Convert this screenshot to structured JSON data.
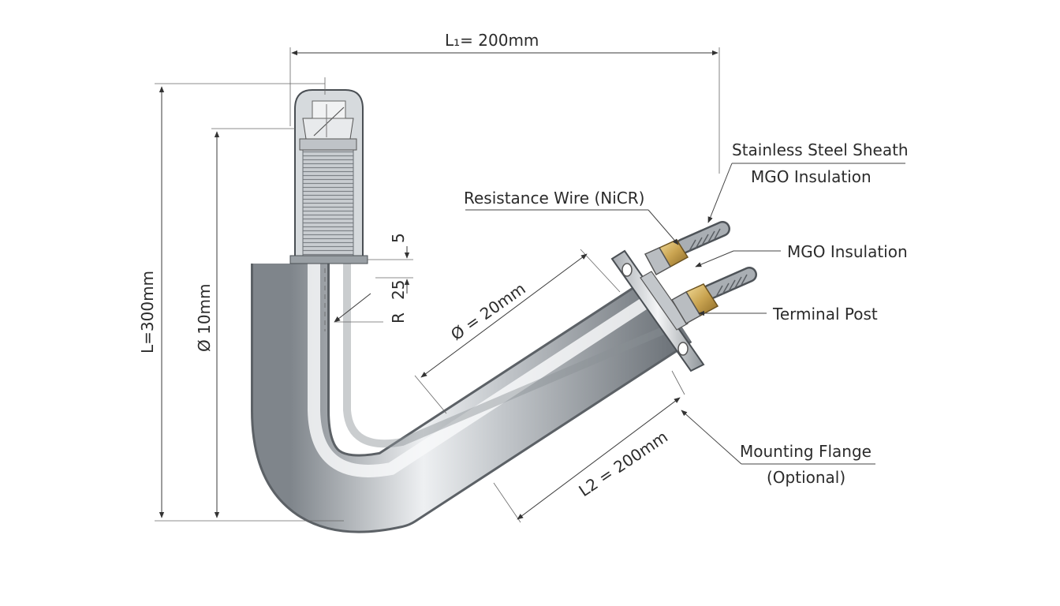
{
  "dimensions": {
    "l1": "L₁= 200mm",
    "l_total": "L=300mm",
    "dia_inner": "Ø 10mm",
    "dia_outer": "Ø = 20mm",
    "l2": "L2 = 200mm",
    "small_5": "5",
    "small_25": "25",
    "radius": "R"
  },
  "labels": {
    "sheath": "Stainless Steel Sheath",
    "mgo_top": "MGO Insulation",
    "resistance_wire": "Resistance Wire (NiCR)",
    "mgo_mid": "MGO Insulation",
    "terminal_post": "Terminal Post",
    "flange_line1": "Mounting Flange",
    "flange_line2": "(Optional)"
  },
  "colors": {
    "steel_dark": "#8e9398",
    "steel_light": "#f2f4f6",
    "brass": "#c9a350",
    "line": "#3a3a3a"
  }
}
